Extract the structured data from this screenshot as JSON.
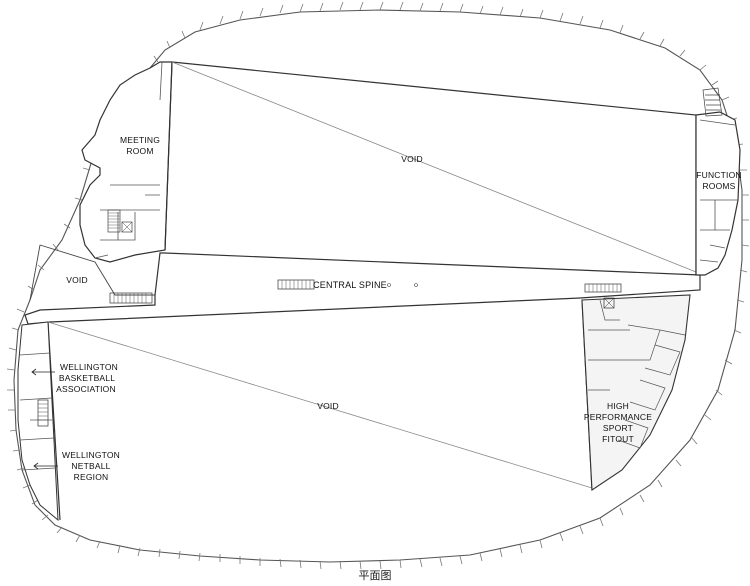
{
  "labels": {
    "meeting_room_1": "MEETING",
    "meeting_room_2": "ROOM",
    "void_top": "VOID",
    "function_rooms_1": "FUNCTION",
    "function_rooms_2": "ROOMS",
    "void_left": "VOID",
    "central_spine": "CENTRAL SPINE",
    "void_bottom": "VOID",
    "basketball_1": "WELLINGTON",
    "basketball_2": "BASKETBALL",
    "basketball_3": "ASSOCIATION",
    "netball_1": "WELLINGTON",
    "netball_2": "NETBALL",
    "netball_3": "REGION",
    "hps_1": "HIGH",
    "hps_2": "PERFORMANCE",
    "hps_3": "SPORT",
    "hps_4": "FITOUT"
  },
  "caption": "平面图",
  "colors": {
    "line": "#3a3a3a",
    "light_line": "#8a8a8a",
    "fill_room": "#f4f4f4"
  }
}
